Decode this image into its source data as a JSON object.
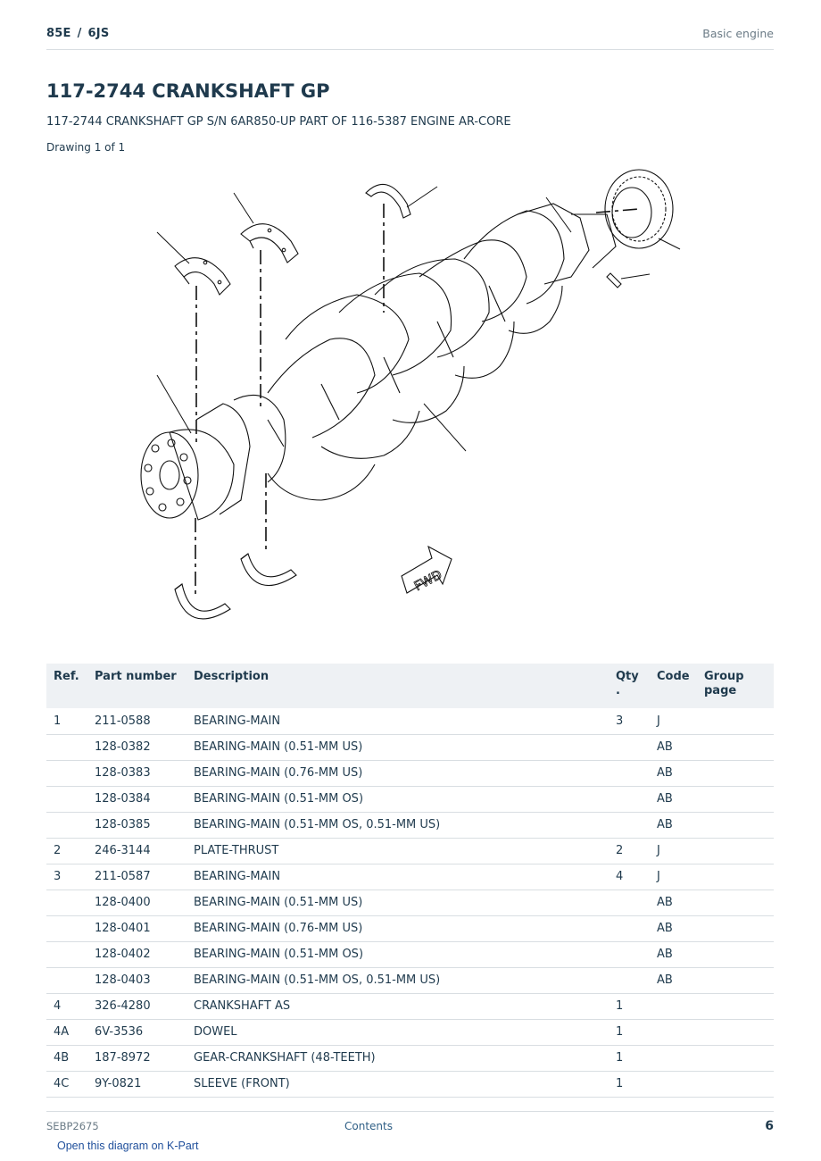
{
  "header": {
    "breadcrumb": [
      "85E",
      "6JS"
    ],
    "separator": "/",
    "section": "Basic engine"
  },
  "page_title": "117-2744 CRANKSHAFT GP",
  "subtitle": "117-2744 CRANKSHAFT GP S/N 6AR850-UP PART OF 116-5387 ENGINE AR-CORE",
  "drawing_count": "Drawing 1 of 1",
  "diagram": {
    "fwd_label": "FWD"
  },
  "table": {
    "headers": {
      "ref": "Ref.",
      "part": "Part number",
      "desc": "Description",
      "qty": "Qty .",
      "code": "Code",
      "group": "Group page"
    },
    "rows": [
      {
        "ref": "1",
        "part": "211-0588",
        "desc": "BEARING-MAIN",
        "qty": "3",
        "code": "J",
        "group": ""
      },
      {
        "ref": "",
        "part": "128-0382",
        "desc": "BEARING-MAIN (0.51-MM US)",
        "qty": "",
        "code": "AB",
        "group": ""
      },
      {
        "ref": "",
        "part": "128-0383",
        "desc": "BEARING-MAIN (0.76-MM US)",
        "qty": "",
        "code": "AB",
        "group": ""
      },
      {
        "ref": "",
        "part": "128-0384",
        "desc": "BEARING-MAIN (0.51-MM OS)",
        "qty": "",
        "code": "AB",
        "group": ""
      },
      {
        "ref": "",
        "part": "128-0385",
        "desc": "BEARING-MAIN (0.51-MM OS, 0.51-MM US)",
        "qty": "",
        "code": "AB",
        "group": ""
      },
      {
        "ref": "2",
        "part": "246-3144",
        "desc": "PLATE-THRUST",
        "qty": "2",
        "code": "J",
        "group": ""
      },
      {
        "ref": "3",
        "part": "211-0587",
        "desc": "BEARING-MAIN",
        "qty": "4",
        "code": "J",
        "group": ""
      },
      {
        "ref": "",
        "part": "128-0400",
        "desc": "BEARING-MAIN (0.51-MM US)",
        "qty": "",
        "code": "AB",
        "group": ""
      },
      {
        "ref": "",
        "part": "128-0401",
        "desc": "BEARING-MAIN (0.76-MM US)",
        "qty": "",
        "code": "AB",
        "group": ""
      },
      {
        "ref": "",
        "part": "128-0402",
        "desc": "BEARING-MAIN (0.51-MM OS)",
        "qty": "",
        "code": "AB",
        "group": ""
      },
      {
        "ref": "",
        "part": "128-0403",
        "desc": "BEARING-MAIN (0.51-MM OS, 0.51-MM US)",
        "qty": "",
        "code": "AB",
        "group": ""
      },
      {
        "ref": "4",
        "part": "326-4280",
        "desc": "CRANKSHAFT AS",
        "qty": "1",
        "code": "",
        "group": ""
      },
      {
        "ref": "4A",
        "part": "6V-3536",
        "desc": "DOWEL",
        "qty": "1",
        "code": "",
        "group": ""
      },
      {
        "ref": "4B",
        "part": "187-8972",
        "desc": "GEAR-CRANKSHAFT (48-TEETH)",
        "qty": "1",
        "code": "",
        "group": ""
      },
      {
        "ref": "4C",
        "part": "9Y-0821",
        "desc": "SLEEVE (FRONT)",
        "qty": "1",
        "code": "",
        "group": ""
      }
    ]
  },
  "footer": {
    "doc_id": "SEBP2675",
    "contents_link": "Contents",
    "page_number": "6",
    "kpart_link": "Open this diagram on K-Part"
  }
}
